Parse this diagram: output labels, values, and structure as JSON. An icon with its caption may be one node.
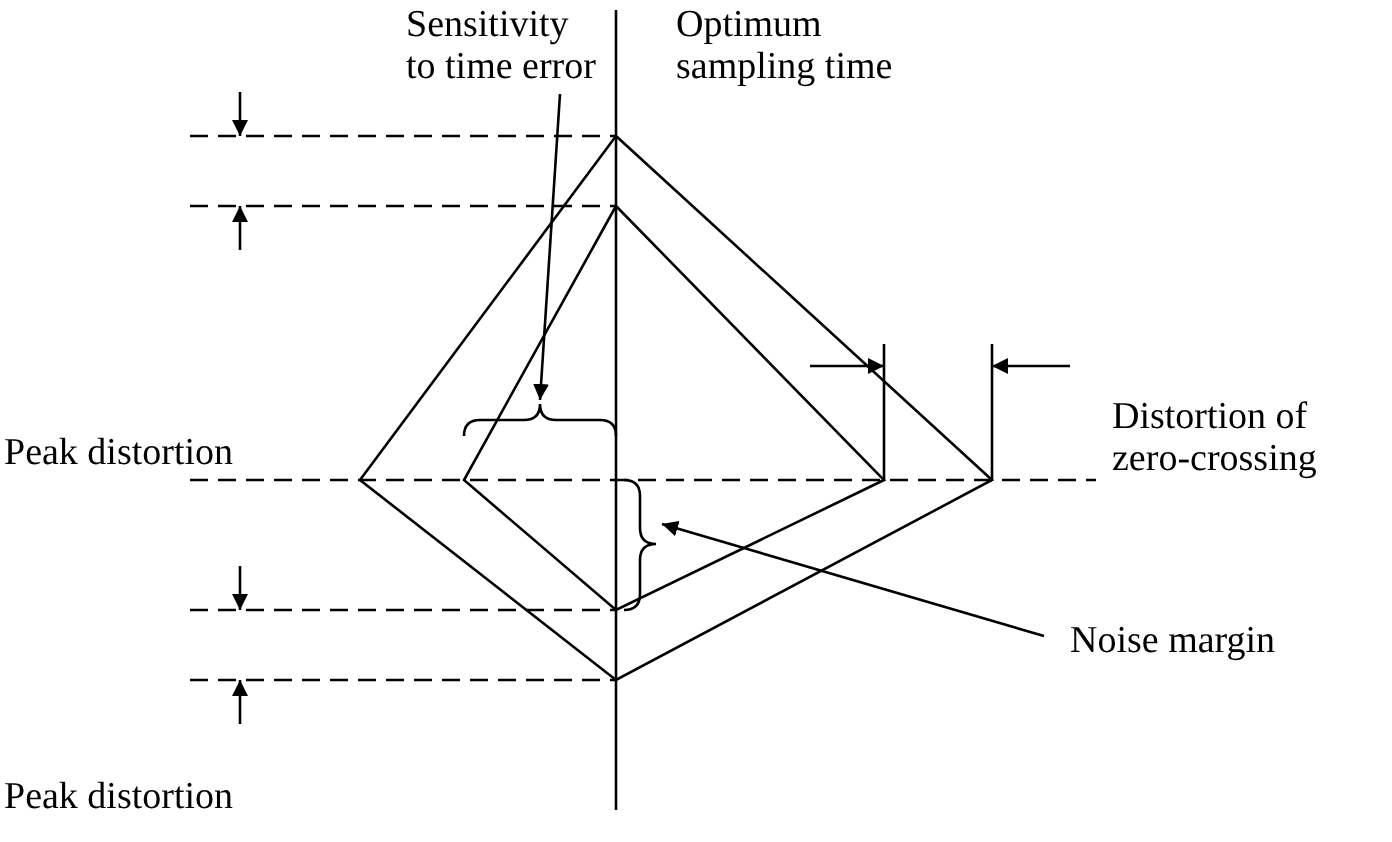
{
  "diagram": {
    "nodes": [
      {
        "text": [
          "Sensitivity to time error"
        ]
      },
      {
        "text": [],
        "shape": "brace"
      },
      {
        "text": [
          "Noise margin"
        ]
      },
      {
        "text": [],
        "shape": "brace"
      }
    ],
    "edges": [
      {
        "from": 0,
        "to": 1,
        "arrow": "to"
      },
      {
        "from": 2,
        "to": 3,
        "arrow": "to"
      }
    ],
    "labels": [
      "Optimum sampling time",
      "Peak distortion",
      "Distortion of zero-crossing",
      "Peak distortion"
    ]
  }
}
